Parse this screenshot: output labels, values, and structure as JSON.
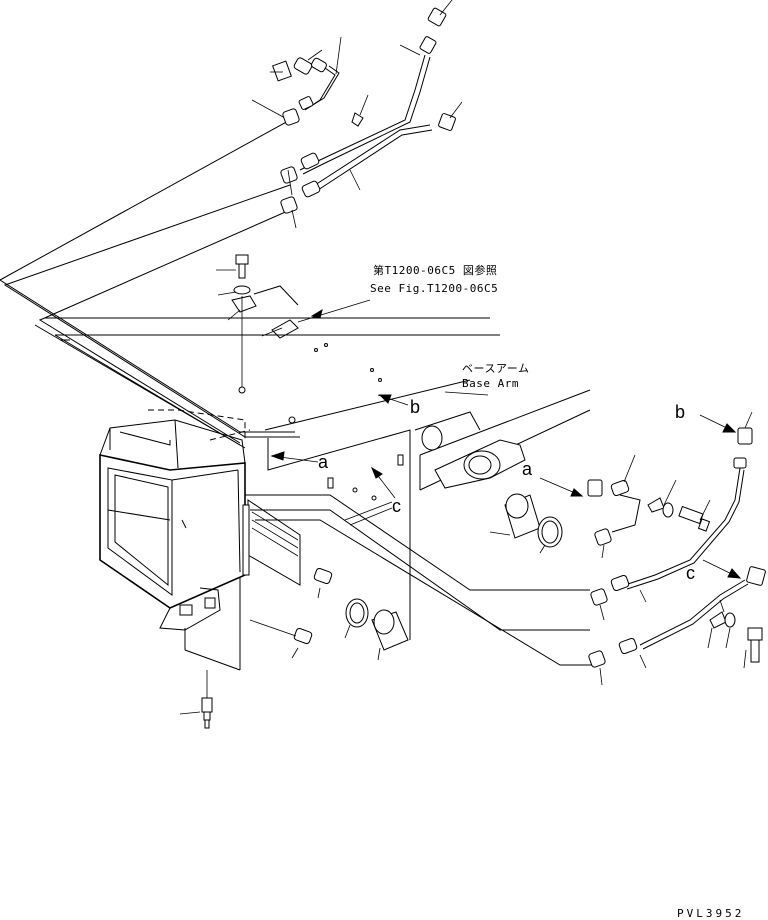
{
  "labels": {
    "ref_ja": "第T1200-06C5 図参照",
    "ref_en": "See Fig.T1200-06C5",
    "base_arm_ja": "ベースアーム",
    "base_arm_en": "Base Arm",
    "drawing_code": "PVL3952"
  },
  "callouts": {
    "a_left": "a",
    "a_right": "a",
    "b_left": "b",
    "b_right": "b",
    "c_left": "c",
    "c_right": "c"
  }
}
